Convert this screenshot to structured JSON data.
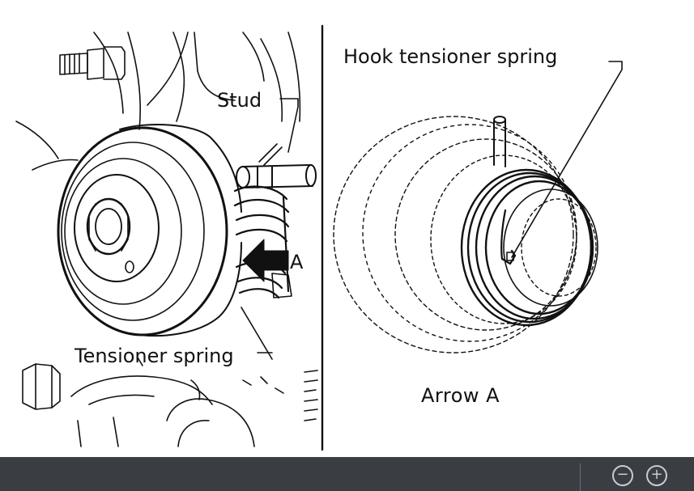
{
  "labels": {
    "stud": "Stud",
    "a": "A",
    "tensioner_spring": "Tensioner spring",
    "hook_tensioner_spring": "Hook tensioner spring",
    "arrow_a": "Arrow A"
  },
  "viewer": {
    "zoom_out_icon": "zoom-out-icon",
    "zoom_in_icon": "zoom-in-icon",
    "zoom_out_glyph": "−",
    "zoom_in_glyph": "+"
  },
  "colors": {
    "ink": "#111111",
    "toolbar": "#3a3d42"
  }
}
